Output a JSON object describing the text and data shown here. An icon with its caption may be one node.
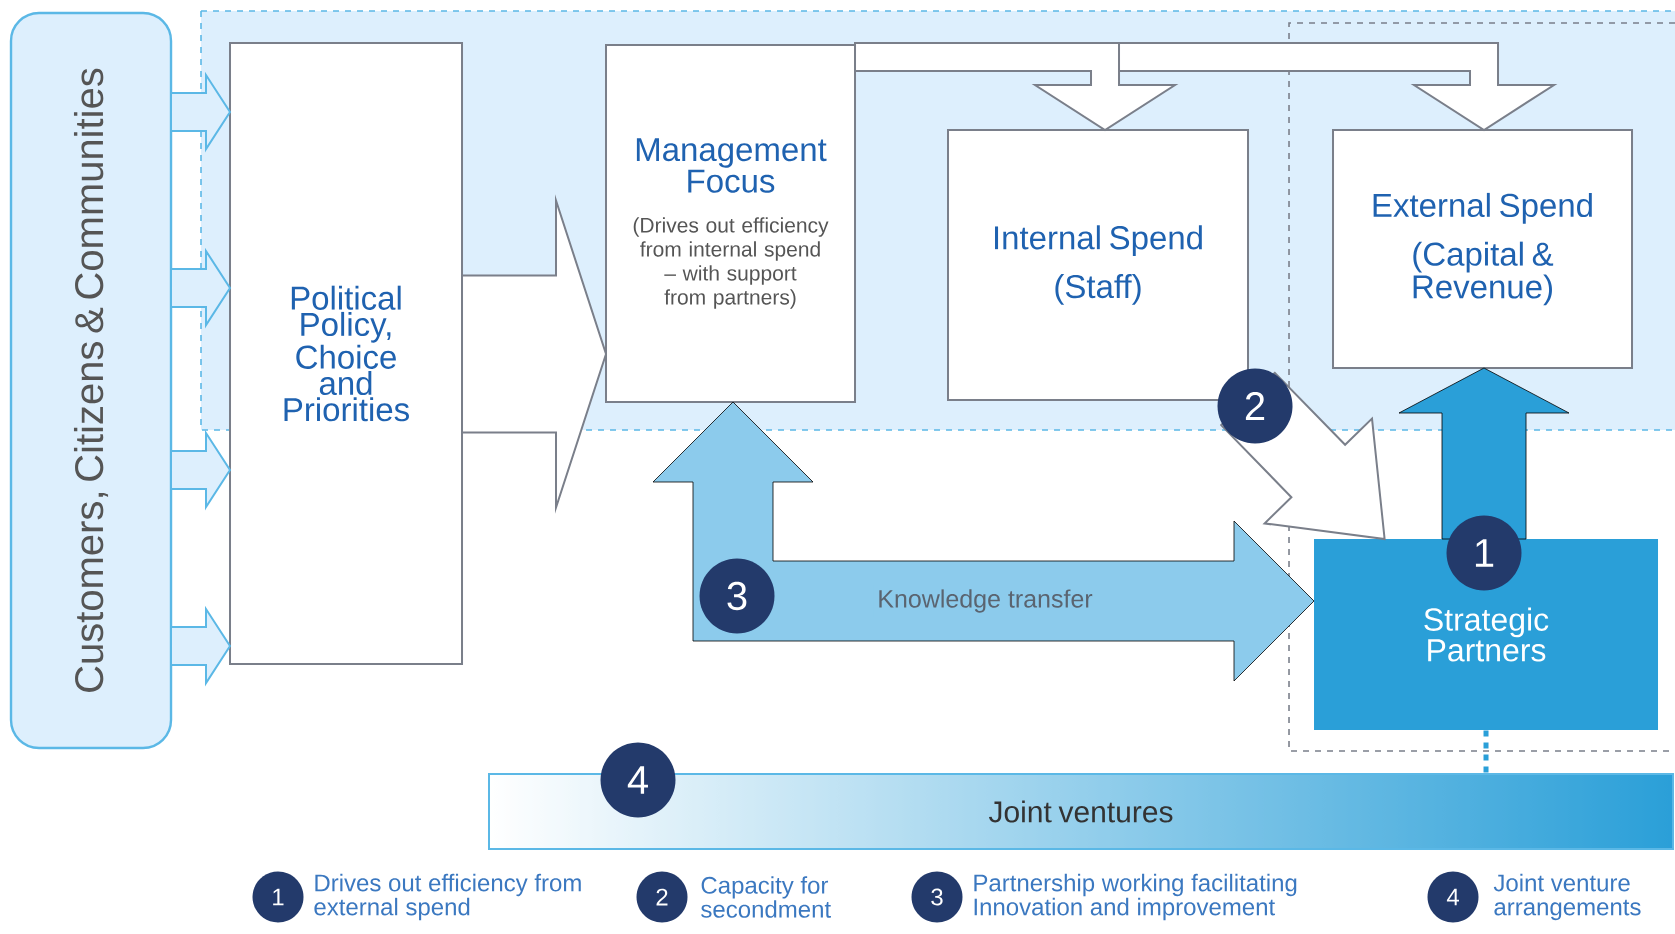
{
  "diagram": {
    "nodes": [
      {
        "text": [
          "Customers, Citizens & Communities"
        ]
      },
      {
        "text": [
          "Political Policy, Choice and Priorities"
        ]
      },
      {
        "text": [
          "Management Focus",
          "(Drives out efficiency from internal spend – with support from partners)"
        ]
      },
      {
        "text": [
          "Internal Spend",
          "(Staff)"
        ]
      },
      {
        "text": [
          "External Spend",
          "(Capital & Revenue)"
        ]
      },
      {
        "text": [
          "Strategic Partners"
        ]
      },
      {
        "text": [
          "Joint ventures"
        ]
      }
    ],
    "edges": [
      {
        "from": 0,
        "to": 1,
        "arrow": "to",
        "color": "#5bb8e6"
      },
      {
        "from": 0,
        "to": 1,
        "arrow": "to",
        "color": "#5bb8e6"
      },
      {
        "from": 0,
        "to": 1,
        "arrow": "to",
        "color": "#5bb8e6"
      },
      {
        "from": 0,
        "to": 1,
        "arrow": "to",
        "color": "#5bb8e6"
      },
      {
        "from": 1,
        "to": 2,
        "arrow": "to"
      },
      {
        "from": 2,
        "to": 3,
        "arrow": "to"
      },
      {
        "from": 2,
        "to": 4,
        "arrow": "to"
      },
      {
        "from": 3,
        "to": 5,
        "arrow": "to"
      },
      {
        "from": 5,
        "to": 2,
        "arrow": "both",
        "label": "Knowledge transfer",
        "color": "#8ccbec"
      },
      {
        "from": 5,
        "to": 4,
        "arrow": "to",
        "color": "#2a9fd8"
      },
      {
        "from": 5,
        "to": 6,
        "arrow": "none",
        "style": "dashed",
        "color": "#2a9fd8"
      }
    ],
    "labels": [
      "2",
      "1",
      "3",
      "4",
      "1",
      "Drives out efficiency from external spend",
      "2",
      "Capacity for secondment",
      "3",
      "Partnership working facilitating Innovation and improvement",
      "4",
      "Joint venture arrangements"
    ]
  }
}
